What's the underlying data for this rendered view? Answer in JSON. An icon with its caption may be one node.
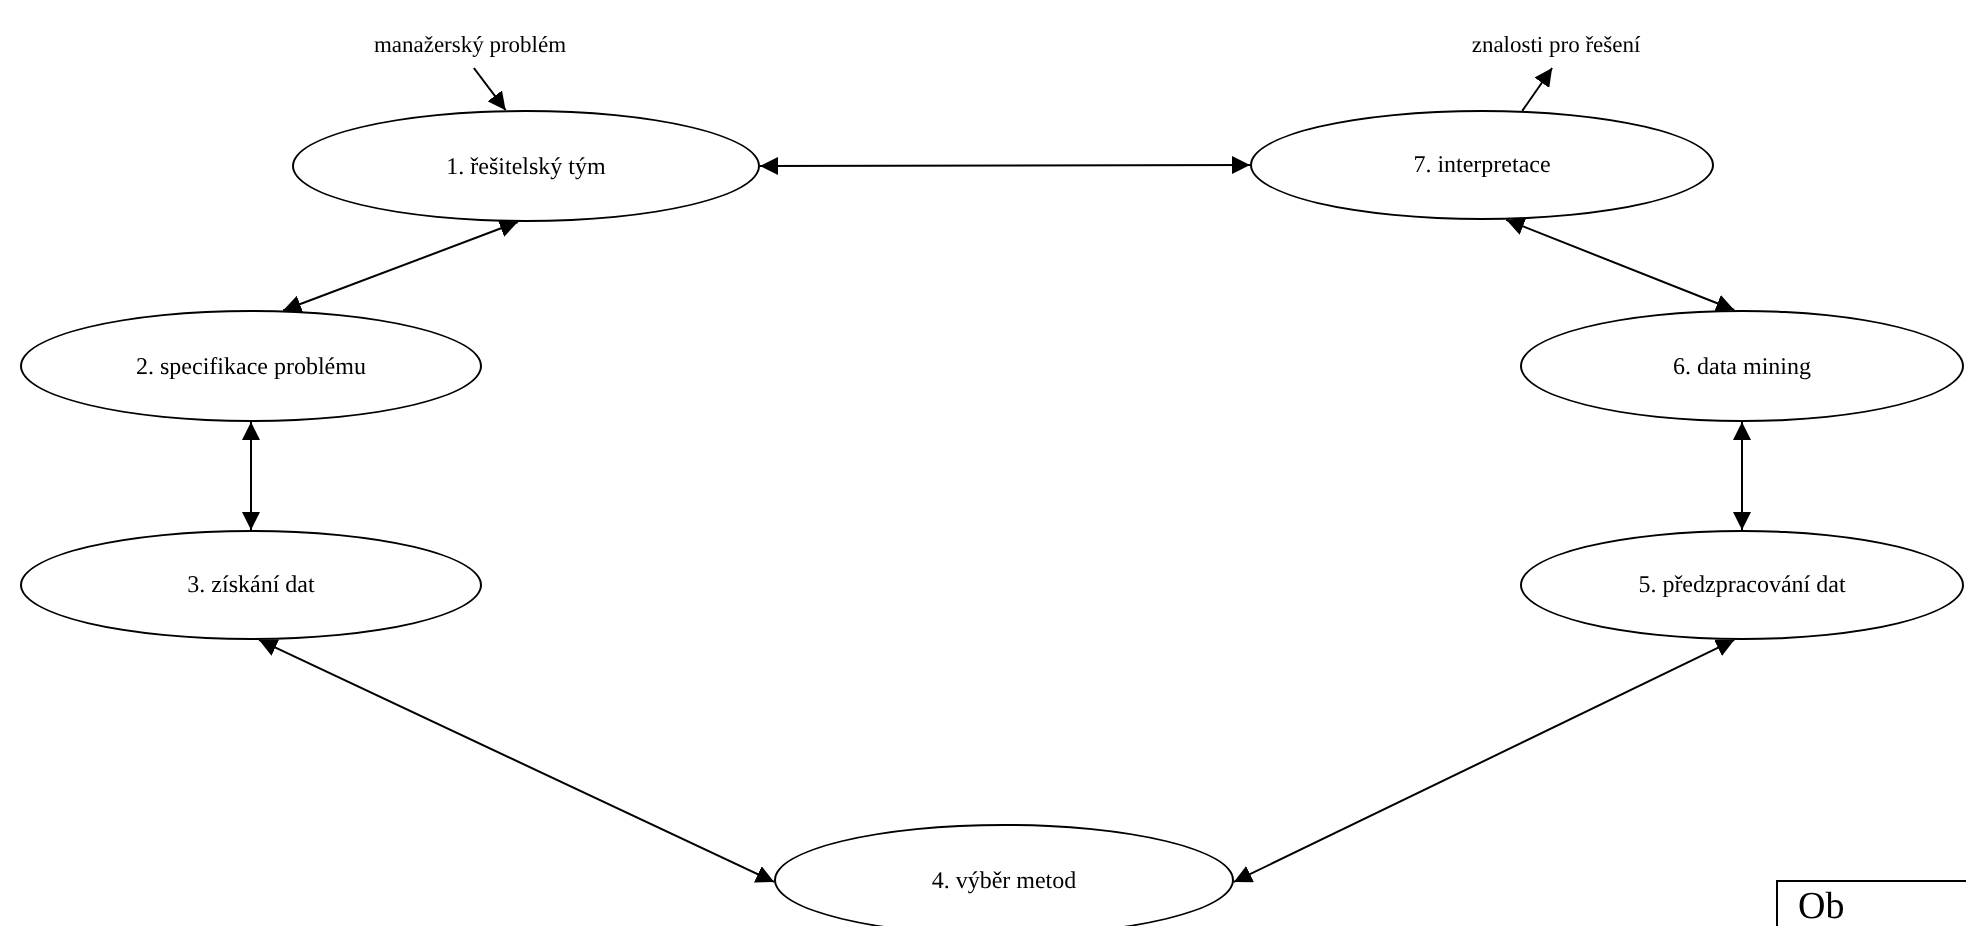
{
  "diagram": {
    "nodes": [
      {
        "text": [
          "manažerský problém"
        ]
      },
      {
        "text": [
          "1. řešitelský tým"
        ]
      },
      {
        "text": [
          "2. specifikace problému"
        ]
      },
      {
        "text": [
          "3. získání dat"
        ]
      },
      {
        "text": [
          "4. výběr metod"
        ]
      },
      {
        "text": [
          "5. předzpracování dat"
        ]
      },
      {
        "text": [
          "6. data mining"
        ]
      },
      {
        "text": [
          "7. interpretace"
        ]
      },
      {
        "text": [
          "znalosti pro řešení"
        ]
      },
      {
        "text": [
          "Ob"
        ]
      }
    ],
    "edges": [
      {
        "from": 0,
        "to": 1,
        "arrow": "to"
      },
      {
        "from": 1,
        "to": 7,
        "arrow": "both"
      },
      {
        "from": 1,
        "to": 2,
        "arrow": "both"
      },
      {
        "from": 2,
        "to": 3,
        "arrow": "both"
      },
      {
        "from": 3,
        "to": 4,
        "arrow": "both"
      },
      {
        "from": 4,
        "to": 5,
        "arrow": "both"
      },
      {
        "from": 5,
        "to": 6,
        "arrow": "both"
      },
      {
        "from": 6,
        "to": 7,
        "arrow": "both"
      },
      {
        "from": 7,
        "to": 8,
        "arrow": "to"
      }
    ]
  }
}
